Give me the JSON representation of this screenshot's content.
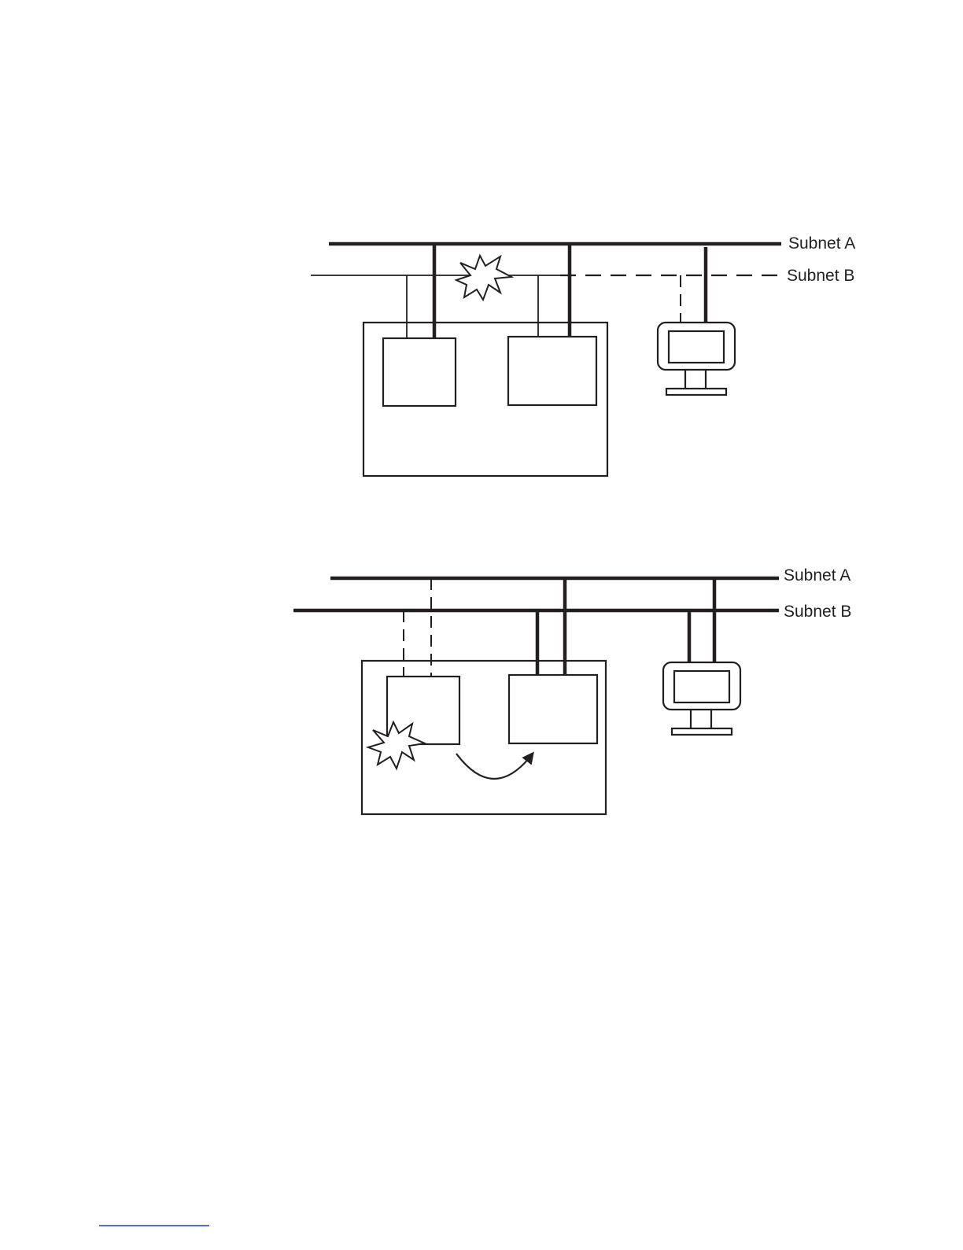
{
  "diagrams": [
    {
      "id": "top",
      "subnets": [
        {
          "label": "Subnet A",
          "state": "active"
        },
        {
          "label": "Subnet B",
          "state": "failed-segment"
        }
      ],
      "failure": "network-link",
      "nodes": [
        "node-1",
        "node-2"
      ],
      "client": "workstation"
    },
    {
      "id": "bottom",
      "subnets": [
        {
          "label": "Subnet A",
          "state": "active"
        },
        {
          "label": "Subnet B",
          "state": "active"
        }
      ],
      "failure": "node-1",
      "failover_direction": "node-1-to-node-2",
      "nodes": [
        "node-1",
        "node-2"
      ],
      "client": "workstation"
    }
  ],
  "icons": {
    "failure": "explosion-burst-icon",
    "client": "workstation-monitor-icon",
    "failover": "curved-arrow-icon"
  },
  "colors": {
    "ink": "#231f20",
    "footer_rule": "#1a3cc8"
  }
}
